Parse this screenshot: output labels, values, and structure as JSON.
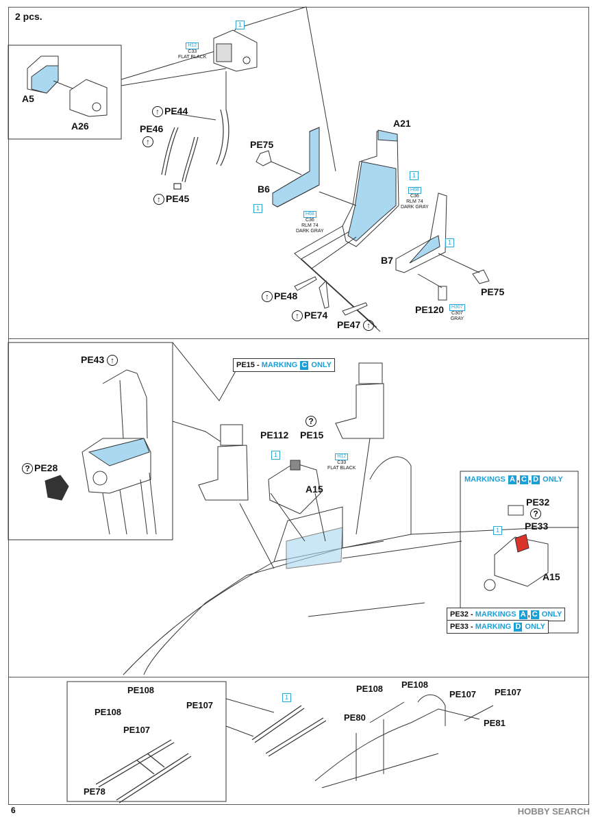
{
  "header": {
    "quantity": "2 pcs."
  },
  "step_marker": "1",
  "parts": {
    "A5": "A5",
    "A26": "A26",
    "PE44": "PE44",
    "PE46": "PE46",
    "PE45": "PE45",
    "PE75_left": "PE75",
    "B6": "B6",
    "A21": "A21",
    "B7": "B7",
    "PE48": "PE48",
    "PE74": "PE74",
    "PE47": "PE47",
    "PE120": "PE120",
    "PE75_right": "PE75",
    "PE43": "PE43",
    "PE28": "PE28",
    "PE112": "PE112",
    "PE15": "PE15",
    "A15_mid": "A15",
    "PE32": "PE32",
    "PE33": "PE33",
    "A15_right": "A15",
    "PE108_a": "PE108",
    "PE107_a": "PE107",
    "PE108_b": "PE108",
    "PE107_b": "PE107",
    "PE78": "PE78",
    "PE108_c": "PE108",
    "PE108_d": "PE108",
    "PE80": "PE80",
    "PE107_c": "PE107",
    "PE107_d": "PE107",
    "PE81": "PE81"
  },
  "paints": {
    "black": {
      "code": "H12",
      "name": "C33",
      "desc": "FLAT BLACK"
    },
    "gray1": {
      "code": "H68",
      "name": "C36",
      "desc1": "RLM 74",
      "desc2": "DARK GRAY"
    },
    "gray2": {
      "code": "H68",
      "name": "C36",
      "desc1": "RLM 74",
      "desc2": "DARK GRAY"
    },
    "gray3": {
      "code": "H307",
      "name": "C307",
      "desc": "GRAY"
    },
    "black2": {
      "code": "H12",
      "name": "C33",
      "desc": "FLAT BLACK"
    }
  },
  "notes": {
    "pe15": {
      "part": "PE15",
      "dash": "-",
      "text": "MARKING",
      "letter": "C",
      "only": "ONLY"
    },
    "markings_acd": {
      "text": "MARKINGS",
      "l1": "A",
      "l2": "C",
      "l3": "D",
      "only": "ONLY"
    },
    "pe32": {
      "part": "PE32",
      "dash": "-",
      "text": "MARKINGS",
      "l1": "A",
      "l2": "C",
      "only": "ONLY"
    },
    "pe33": {
      "part": "PE33",
      "dash": "-",
      "text": "MARKING",
      "l1": "D",
      "only": "ONLY"
    }
  },
  "symbols": {
    "optional": "?",
    "bend": "↑"
  },
  "footer": {
    "page": "6",
    "watermark": "HOBBY SEARCH"
  },
  "colors": {
    "accent": "#1a9fd6",
    "part_fill": "#a9d8f0",
    "line": "#333333"
  }
}
